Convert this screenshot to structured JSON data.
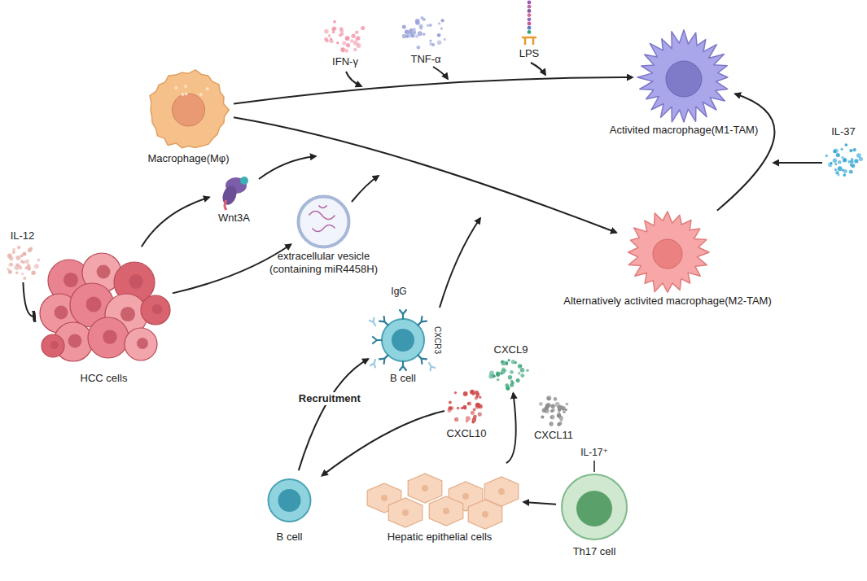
{
  "diagram": {
    "nodes": [
      {
        "text": [
          "IFN-γ"
        ]
      },
      {
        "text": [
          "TNF-α"
        ]
      },
      {
        "text": [
          "LPS"
        ]
      },
      {
        "text": [
          "Macrophage(Mφ)"
        ]
      },
      {
        "text": [
          "Activited macrophage(M1-TAM)"
        ]
      },
      {
        "text": [
          "IL-37"
        ]
      },
      {
        "text": [
          "Alternatively activited macrophage(M2-TAM)"
        ]
      },
      {
        "text": [
          "IL-12"
        ]
      },
      {
        "text": [
          "Wnt3A"
        ]
      },
      {
        "text": [
          "extracellular vesicle (containing miR4458H)"
        ]
      },
      {
        "text": [
          "HCC cells"
        ]
      },
      {
        "text": [
          "B cell"
        ]
      },
      {
        "text": [
          "CXCL9"
        ]
      },
      {
        "text": [
          "CXCL10"
        ]
      },
      {
        "text": [
          "CXCL11"
        ]
      },
      {
        "text": [
          "B cell"
        ]
      },
      {
        "text": [
          "Hepatic epithelial cells"
        ]
      },
      {
        "text": [
          "Th17 cell"
        ]
      }
    ],
    "edges": [
      {
        "from": 3,
        "to": 4,
        "arrow": "to"
      },
      {
        "from": 3,
        "to": 6,
        "arrow": "to"
      },
      {
        "from": 6,
        "to": 4,
        "arrow": "to"
      },
      {
        "from": 7,
        "to": 10,
        "arrow": "to"
      },
      {
        "from": 10,
        "to": 8,
        "arrow": "to"
      },
      {
        "from": 10,
        "to": 9,
        "arrow": "to"
      },
      {
        "from": 15,
        "to": 11,
        "label": "Recruitment",
        "arrow": "to"
      },
      {
        "from": 13,
        "to": 15,
        "arrow": "to"
      },
      {
        "from": 16,
        "to": 12,
        "arrow": "to"
      },
      {
        "from": 17,
        "to": 16,
        "arrow": "to"
      }
    ],
    "labels": [
      "IgG",
      "CXCR3",
      "IL-17⁺"
    ]
  }
}
